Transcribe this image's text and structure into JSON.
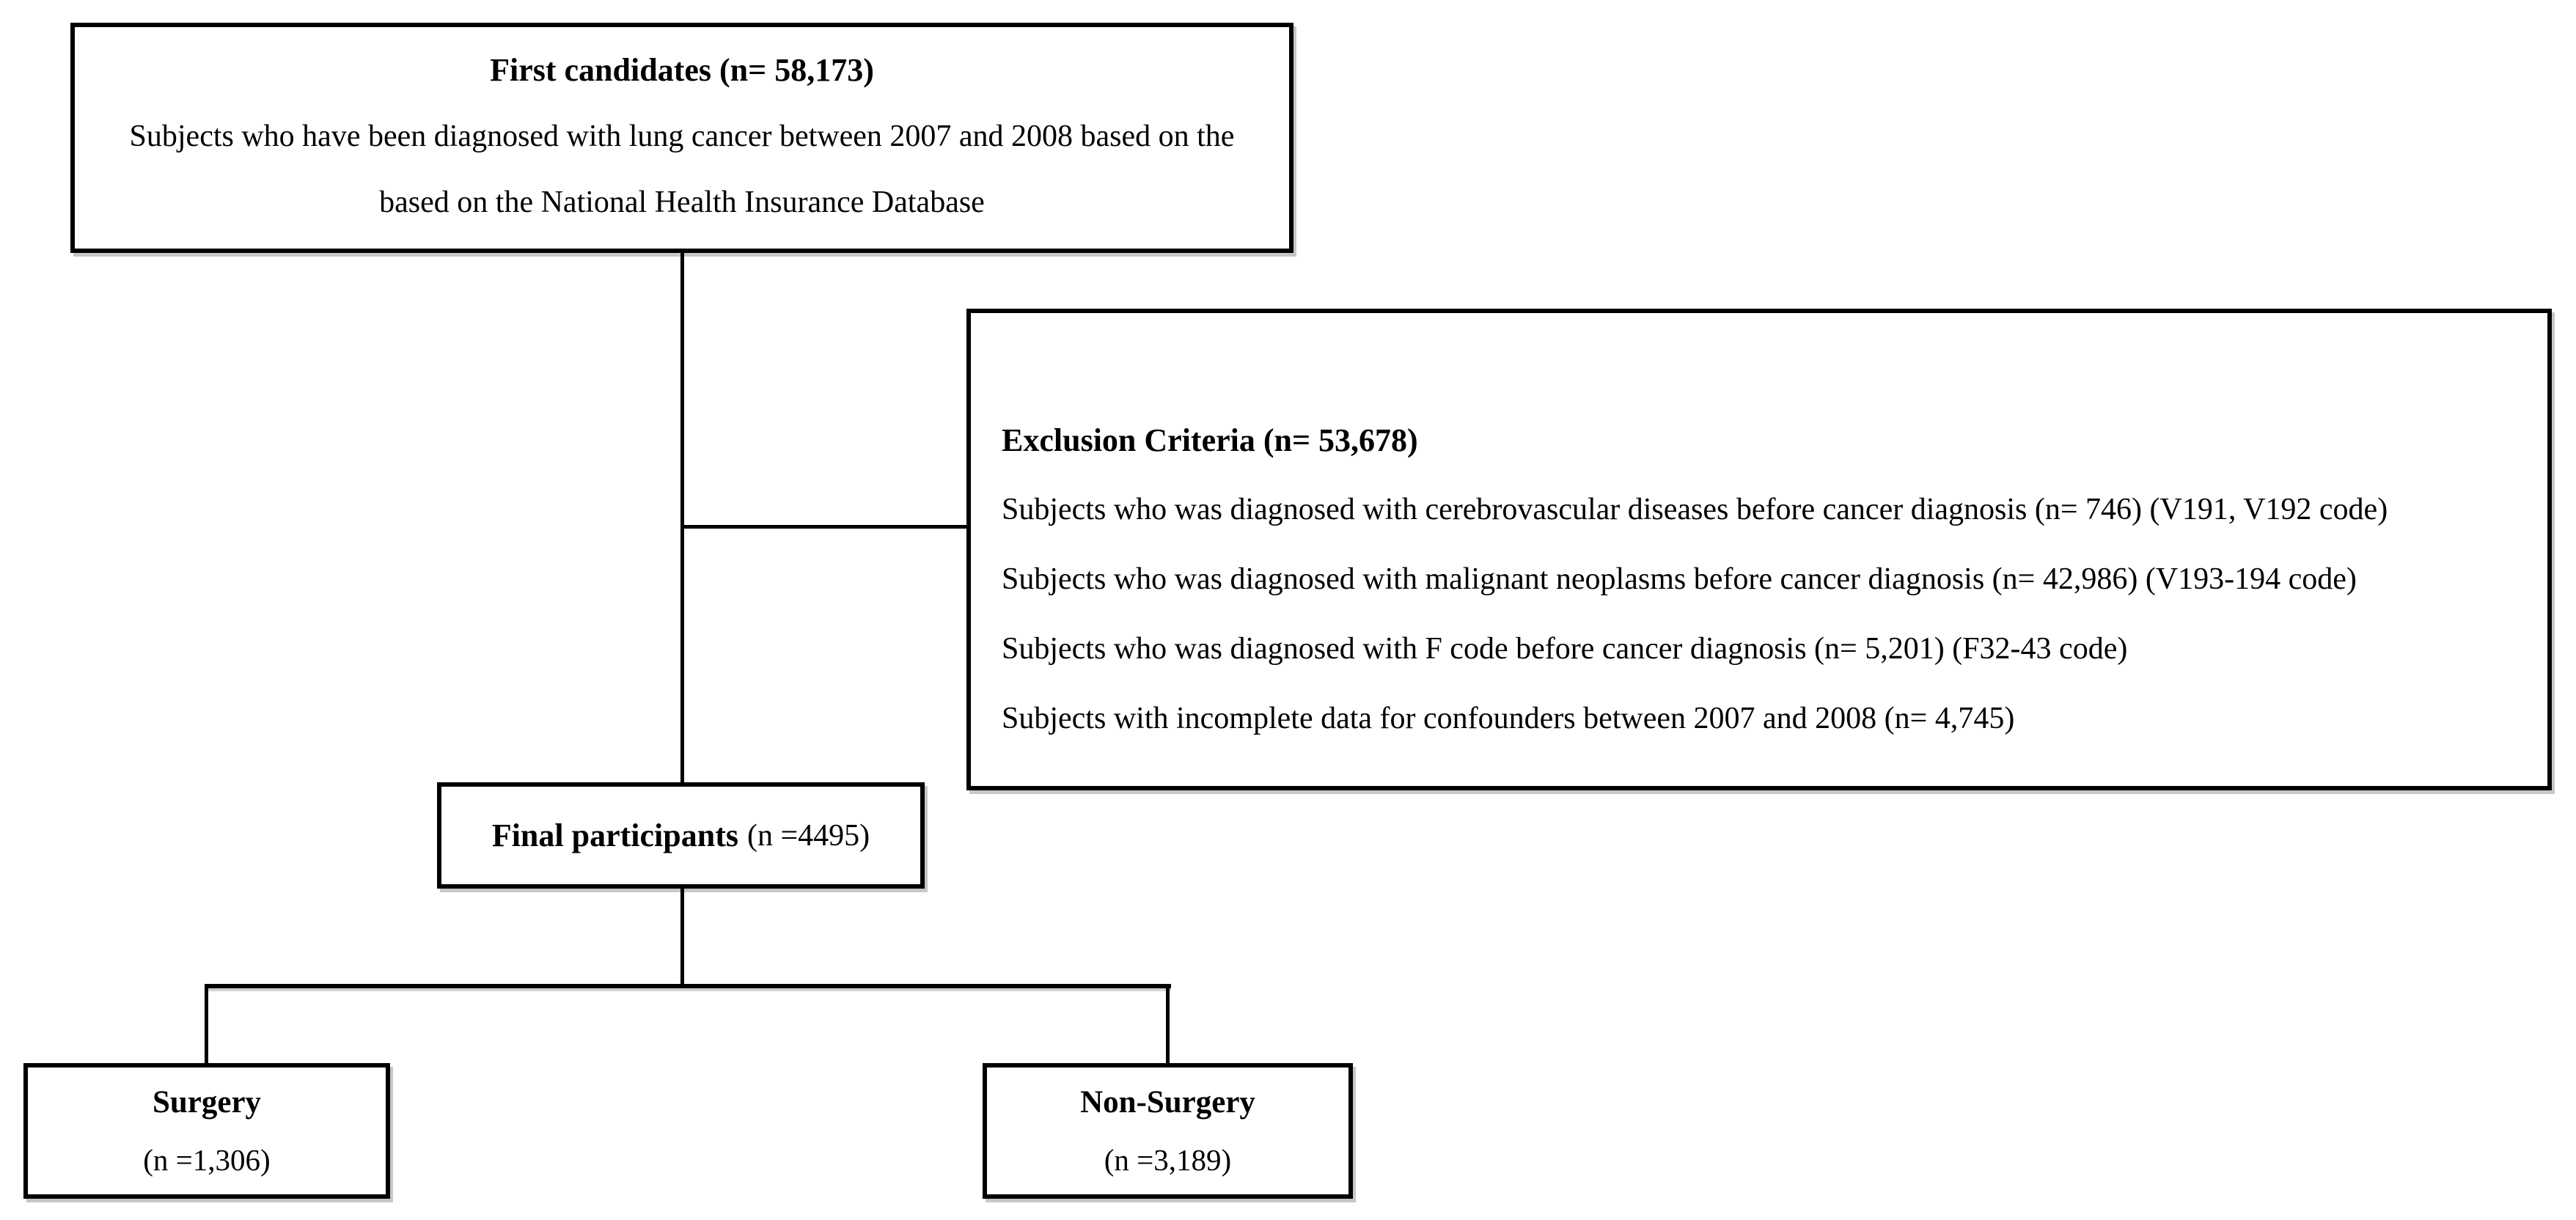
{
  "figure": {
    "background_color": "#ffffff",
    "line_color": "#000000",
    "text_color": "#000000"
  },
  "diagram": {
    "first_candidates": {
      "title": "First candidates (n= 58,173)",
      "description_line_1": "Subjects who have been diagnosed with lung cancer between 2007 and 2008 based on the",
      "description_line_2": "based on the National Health Insurance Database"
    },
    "exclusion_criteria": {
      "title": "Exclusion Criteria (n= 53,678)",
      "items": [
        "Subjects who was diagnosed with cerebrovascular diseases before cancer diagnosis (n= 746) (V191, V192 code)",
        "Subjects who was diagnosed with malignant neoplasms before cancer diagnosis (n= 42,986) (V193-194 code)",
        "Subjects who was diagnosed with F code before cancer diagnosis (n= 5,201) (F32-43 code)",
        "Subjects with incomplete data for confounders between 2007 and 2008 (n= 4,745)"
      ]
    },
    "final_participants": {
      "title": "Final participants",
      "count": "(n =4495)"
    },
    "surgery": {
      "title": "Surgery",
      "count": "(n =1,306)"
    },
    "non_surgery": {
      "title": "Non-Surgery",
      "count": "(n =3,189)"
    }
  }
}
